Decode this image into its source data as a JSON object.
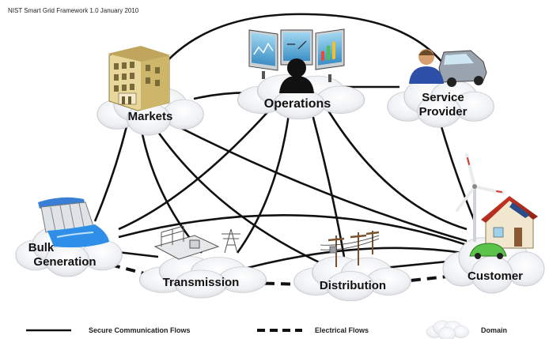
{
  "header": {
    "title": "NIST Smart Grid Framework 1.0 January 2010"
  },
  "domains": {
    "markets": "Markets",
    "operations": "Operations",
    "service_provider_line1": "Service",
    "service_provider_line2": "Provider",
    "bulk_generation_line1": "Bulk",
    "bulk_generation_line2": "Generation",
    "transmission": "Transmission",
    "distribution": "Distribution",
    "customer": "Customer"
  },
  "legend": {
    "secure": "Secure Communication Flows",
    "electrical": "Electrical Flows",
    "domain": "Domain"
  },
  "icons": {
    "markets": "building-icon",
    "operations": "control-room-icon",
    "service_provider": "service-van-icon",
    "bulk_generation": "dam-icon",
    "transmission": "substation-icon",
    "distribution": "utility-pole-icon",
    "customer": "house-with-wind-turbine-icon"
  },
  "colors": {
    "cloud": "#f2f3f5",
    "cloud_shade": "#d9dce1",
    "line": "#111111"
  }
}
